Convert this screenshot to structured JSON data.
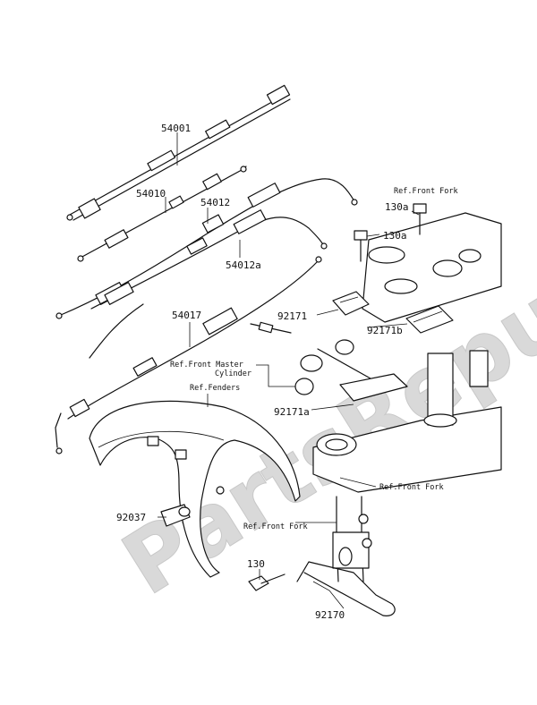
{
  "watermark": "PartsRepublik",
  "parts": {
    "p54001": "54001",
    "p54010": "54010",
    "p54012": "54012",
    "p54012a": "54012a",
    "p54017": "54017",
    "p130a_top": "130a",
    "p130a": "130a",
    "p92171": "92171",
    "p92171b": "92171b",
    "p92171a": "92171a",
    "p92037": "92037",
    "p130": "130",
    "p92170": "92170"
  },
  "refs": {
    "front_fork_top": "Ref.Front Fork",
    "front_master_1": "Ref.Front Master",
    "front_master_2": "Cylinder",
    "fenders": "Ref.Fenders",
    "front_fork_mid": "Ref.Front Fork",
    "front_fork_low": "Ref.Front Fork"
  }
}
